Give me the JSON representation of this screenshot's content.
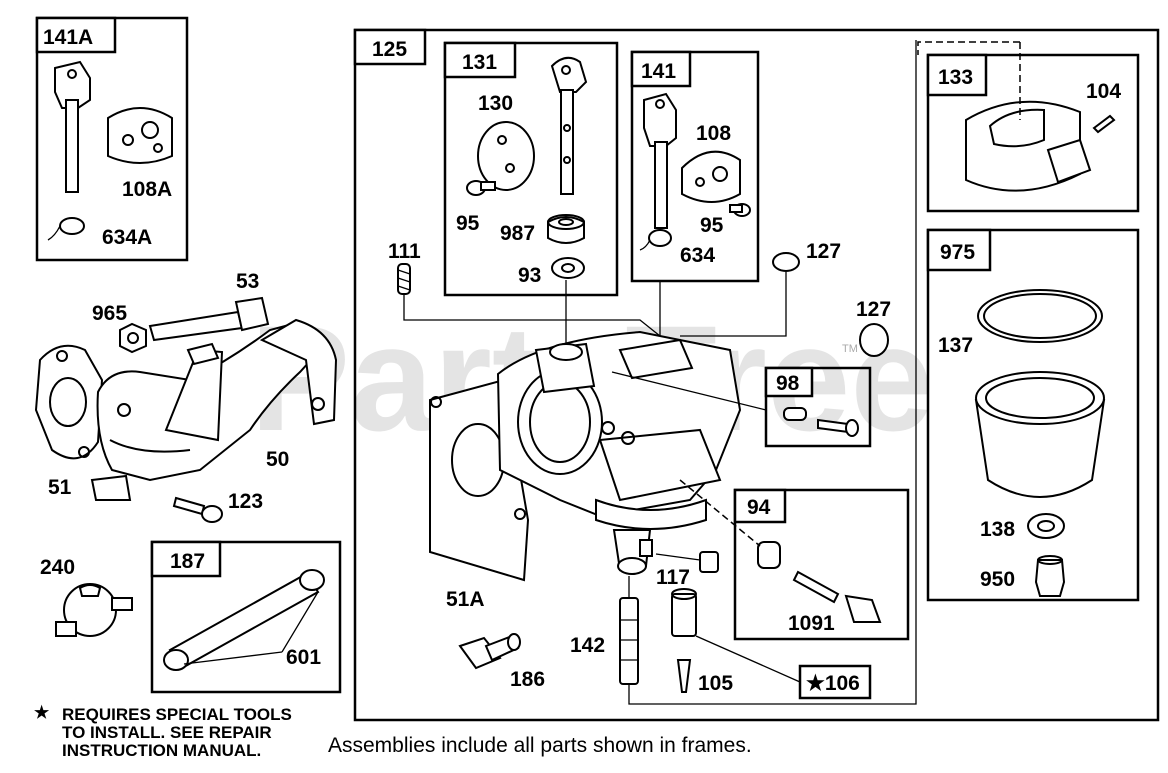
{
  "watermark": "PartsTree",
  "watermark_tm": "TM",
  "frames": {
    "f141A": "141A",
    "f125": "125",
    "f131": "131",
    "f141": "141",
    "f133": "133",
    "f975": "975",
    "f98": "98",
    "f94": "94",
    "f187": "187",
    "f106": "★106"
  },
  "labels": {
    "p108A": "108A",
    "p634A": "634A",
    "p53": "53",
    "p965": "965",
    "p50": "50",
    "p51": "51",
    "p123": "123",
    "p240": "240",
    "p601": "601",
    "p130": "130",
    "p95a": "95",
    "p987": "987",
    "p93": "93",
    "p108": "108",
    "p95b": "95",
    "p634": "634",
    "p111": "111",
    "p127a": "127",
    "p127b": "127",
    "p104": "104",
    "p137": "137",
    "p138": "138",
    "p950": "950",
    "p117": "117",
    "p1091": "1091",
    "p51A": "51A",
    "p142": "142",
    "p186": "186",
    "p105": "105"
  },
  "note": {
    "star": "★",
    "line1": "REQUIRES SPECIAL TOOLS",
    "line2": "TO INSTALL.  SEE REPAIR",
    "line3": "INSTRUCTION MANUAL."
  },
  "footer": "Assemblies include all parts shown in frames."
}
